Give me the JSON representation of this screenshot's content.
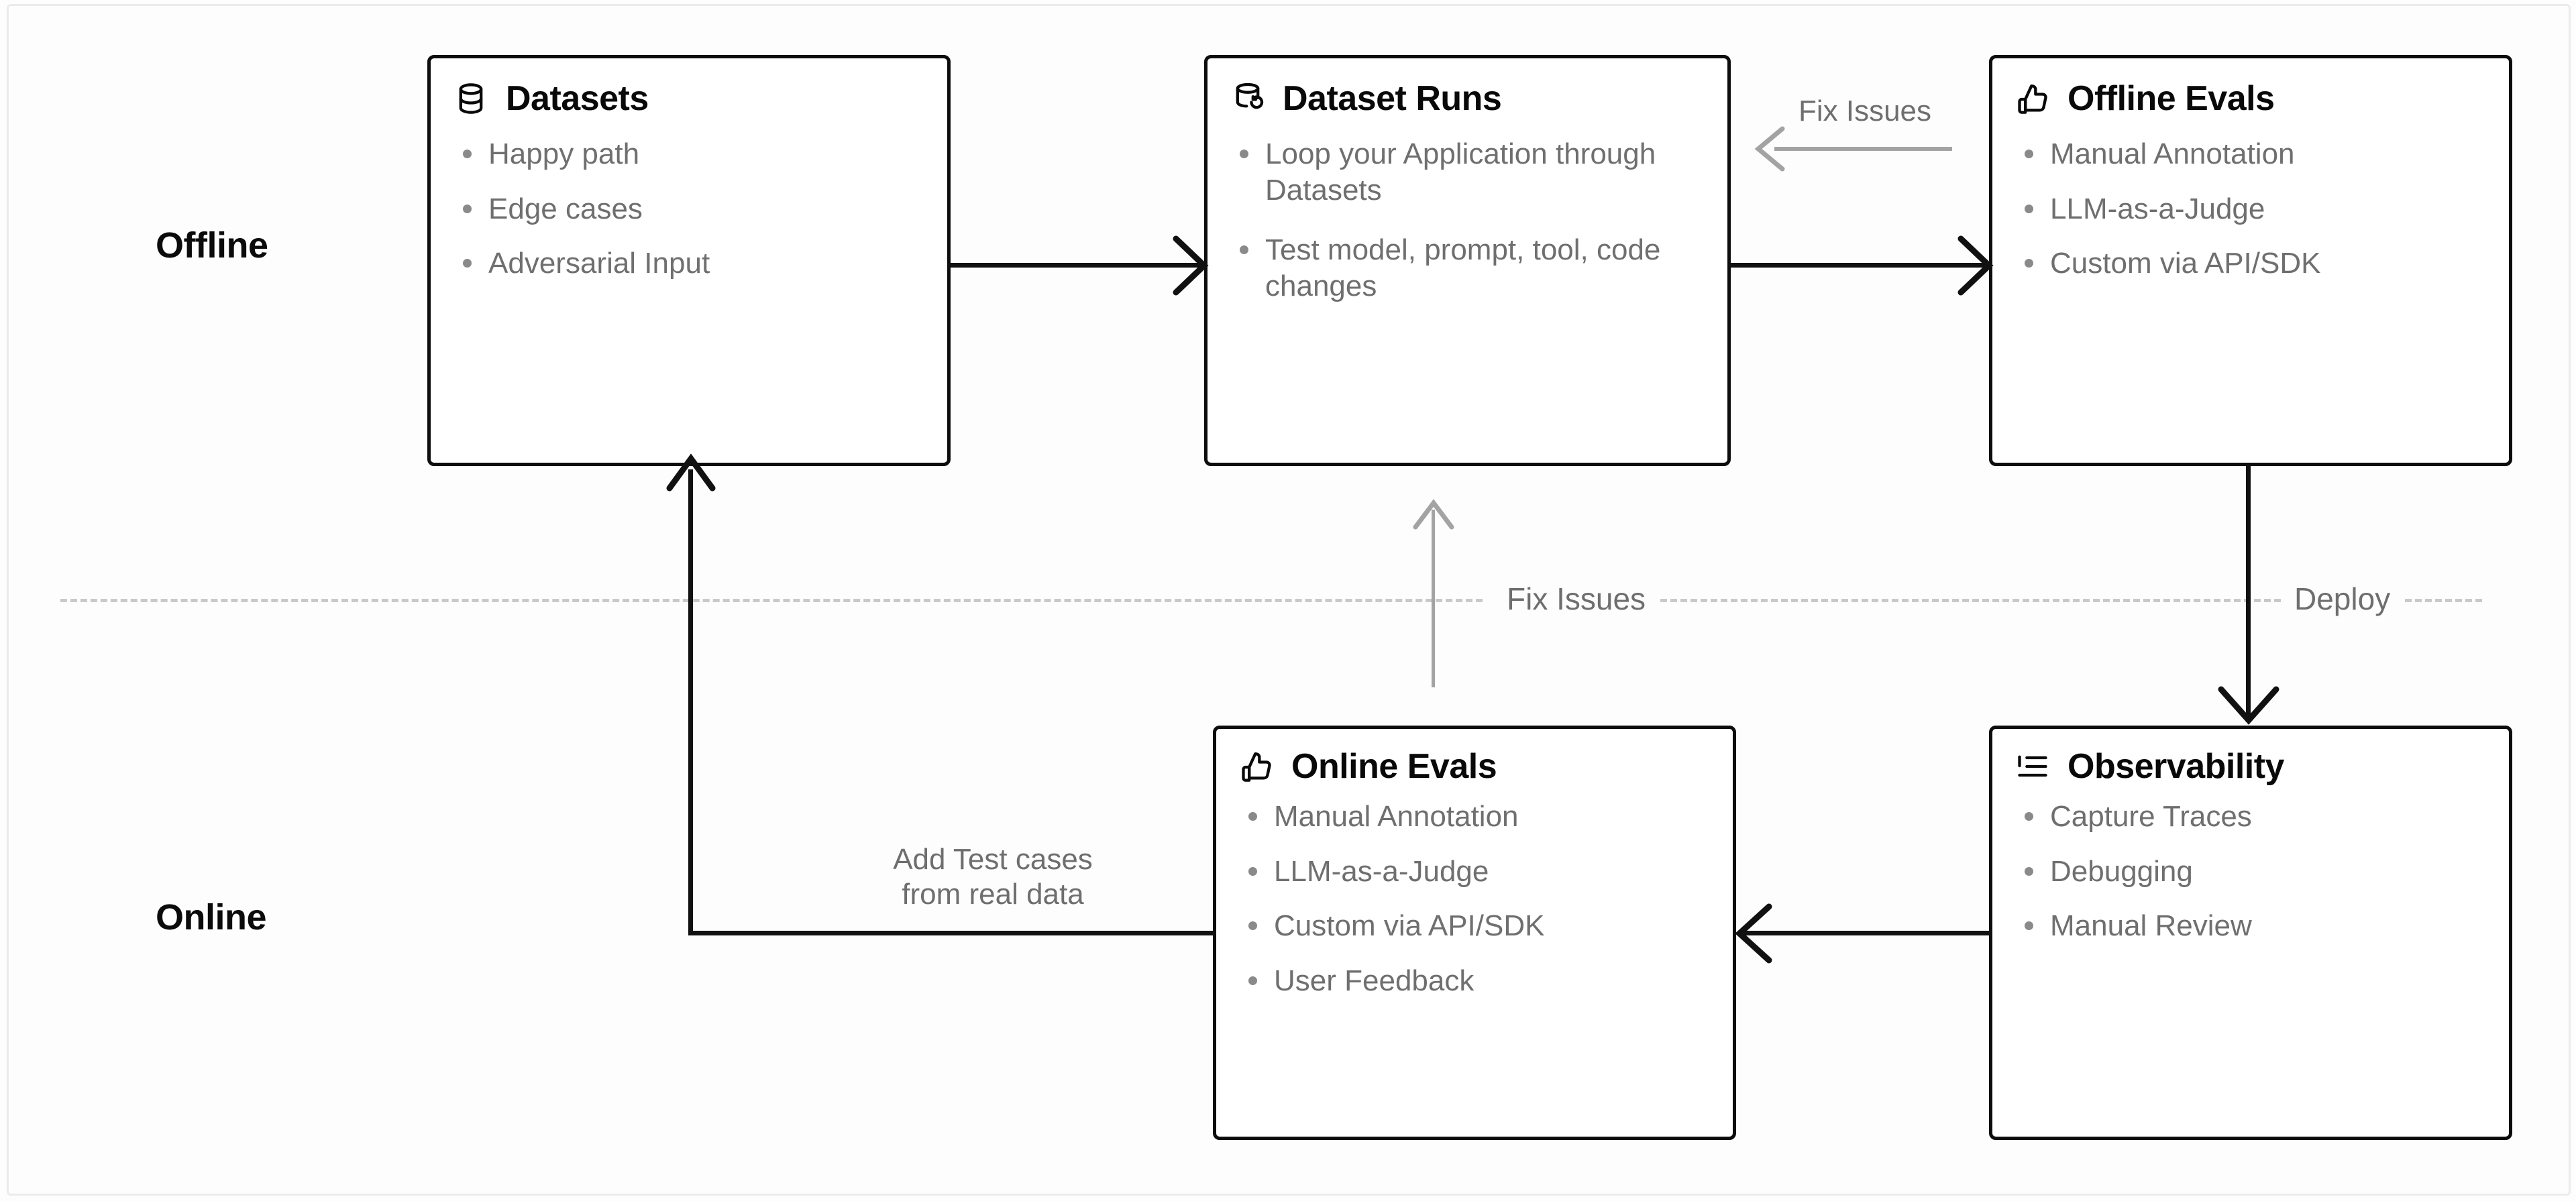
{
  "lanes": [
    {
      "label": "Offline"
    },
    {
      "label": "Online"
    }
  ],
  "divider": {
    "labels": [
      {
        "text": "Fix Issues"
      },
      {
        "text": "Deploy"
      }
    ]
  },
  "nodes": [
    {
      "id": "datasets",
      "title": "Datasets",
      "icon": "database-icon",
      "bullets": [
        "Happy path",
        "Edge cases",
        "Adversarial Input"
      ]
    },
    {
      "id": "dataset-runs",
      "title": "Dataset Runs",
      "icon": "database-refresh-icon",
      "bullets": [
        "Loop your Application through Datasets",
        "Test model, prompt, tool, code changes"
      ]
    },
    {
      "id": "offline-evals",
      "title": "Offline Evals",
      "icon": "thumbs-up-icon",
      "bullets": [
        "Manual Annotation",
        "LLM-as-a-Judge",
        "Custom via API/SDK"
      ]
    },
    {
      "id": "online-evals",
      "title": "Online Evals",
      "icon": "thumbs-up-icon",
      "bullets": [
        "Manual Annotation",
        "LLM-as-a-Judge",
        "Custom via API/SDK",
        "User Feedback"
      ]
    },
    {
      "id": "observability",
      "title": "Observability",
      "icon": "list-tree-icon",
      "bullets": [
        "Capture Traces",
        "Debugging",
        "Manual Review"
      ]
    }
  ],
  "edges": [
    {
      "id": "fix-issues-top",
      "label": "Fix Issues"
    },
    {
      "id": "fix-issues-vertical",
      "label": "Fix Issues"
    },
    {
      "id": "deploy",
      "label": "Deploy"
    },
    {
      "id": "add-test-cases",
      "label": "Add Test cases\nfrom real data"
    }
  ],
  "colors": {
    "node_border": "#0d0d0d",
    "bullet_text": "#6f6f6f",
    "edge_black": "#111111",
    "edge_gray": "#a3a3a3",
    "divider": "#c9c9c9",
    "background": "#fdfdfd"
  }
}
